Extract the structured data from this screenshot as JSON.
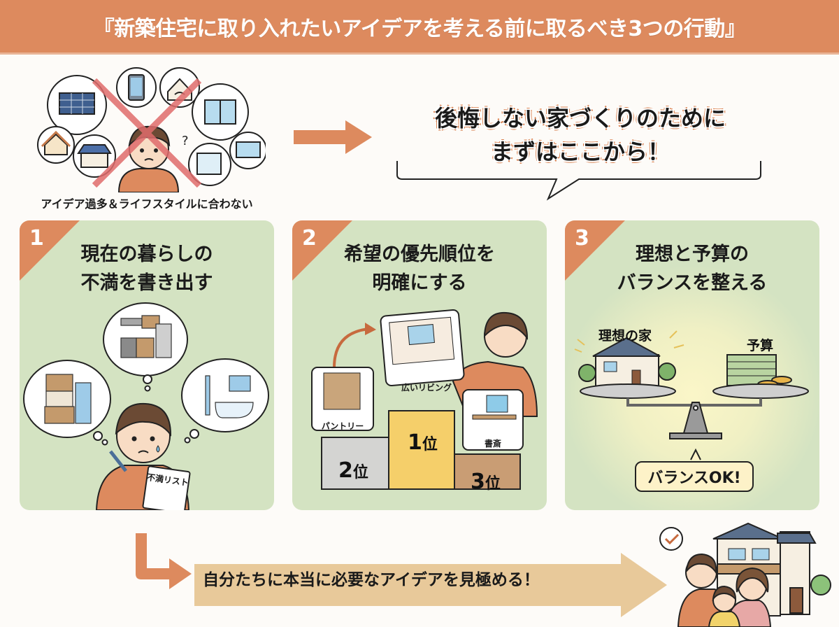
{
  "header": {
    "title": "『新築住宅に取り入れたいアイデアを考える前に取るべき3つの行動』",
    "bg_color": "#dd8a5e"
  },
  "intro": {
    "caption": "アイデア過多＆ライフスタイルに合わない",
    "slogan_line1": "後悔しない家づくりのために",
    "slogan_line2": "まずはここから！",
    "icons": [
      "solar-panel-icon",
      "smartphone-icon",
      "smart-home-wifi-icon",
      "window-icon",
      "house-icon",
      "house-blue-roof-icon",
      "tv-icon",
      "bathroom-icon",
      "confused-person-icon",
      "red-x-cross-icon"
    ]
  },
  "steps": [
    {
      "number": "1",
      "title_line1": "現在の暮らしの",
      "title_line2": "不満を書き出す",
      "notebook_label": "不満リスト",
      "thoughts": [
        "storage-cabinet-fridge",
        "kitchen",
        "bathroom"
      ]
    },
    {
      "number": "2",
      "title_line1": "希望の優先順位を",
      "title_line2": "明確にする",
      "cards": {
        "living": "広いリビング",
        "pantry": "パントリー",
        "study": "書斎"
      },
      "podium": [
        {
          "rank": "1",
          "suffix": "位",
          "color": "#f5cf6a"
        },
        {
          "rank": "2",
          "suffix": "位",
          "color": "#d4d4d2"
        },
        {
          "rank": "3",
          "suffix": "位",
          "color": "#c99d74"
        }
      ]
    },
    {
      "number": "3",
      "title_line1": "理想と予算の",
      "title_line2": "バランスを整える",
      "left_label": "理想の家",
      "right_label": "予算",
      "badge": "バランスOK!"
    }
  ],
  "conclusion": {
    "text": "自分たちに本当に必要なアイデアを見極める！",
    "banner_color": "#e8c99a"
  },
  "colors": {
    "accent": "#dd8a5e",
    "card_bg": "#d4e3c2",
    "text": "#1a1a1a"
  }
}
